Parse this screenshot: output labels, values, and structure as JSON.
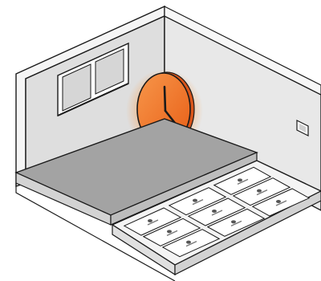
{
  "scene": {
    "description_visible_text": "",
    "colors": {
      "background": "#ffffff",
      "outline": "#1a1a1a",
      "back_wall": "#dcdcdc",
      "right_wall": "#e6e6e6",
      "left_wall": "#efefef",
      "floor_slab_top": "#9a9a9a",
      "floor_slab_front": "#cfcfcf",
      "heating_base": "#f4f4f4",
      "heating_panel": "#ffffff",
      "panel_mark": "#555555",
      "clock_face": "#f07a2a",
      "clock_glow": "#f6a65e",
      "window_frame": "#ffffff",
      "window_glass": "#d4d4d4"
    },
    "icons": {
      "clock": "wall-clock-icon",
      "thermostat": "thermostat-icon"
    },
    "heating_panels": {
      "rows": 3,
      "columns": 3,
      "count": 9
    }
  }
}
